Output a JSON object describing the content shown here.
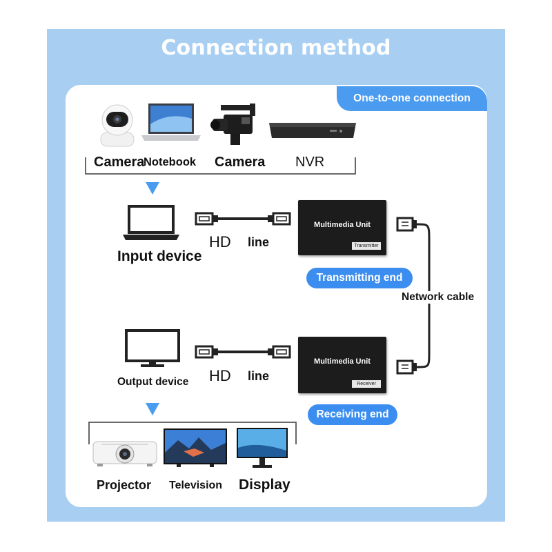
{
  "title": "Connection method",
  "badge": "One-to-one connection",
  "sources": [
    {
      "label": "Camera",
      "icon": "dome-camera-icon"
    },
    {
      "label": "Notebook",
      "icon": "laptop-icon"
    },
    {
      "label": "Camera",
      "icon": "video-camera-icon"
    },
    {
      "label": "NVR",
      "icon": "nvr-recorder-icon"
    }
  ],
  "input_device": "Input device",
  "output_device": "Output device",
  "cable_top": {
    "hd": "HD",
    "line": "line"
  },
  "cable_bottom": {
    "hd": "HD",
    "line": "line"
  },
  "transmitter": {
    "name": "Multimedia Unit",
    "tag": "Transmitter",
    "pill": "Transmitting end"
  },
  "receiver": {
    "name": "Multimedia Unit",
    "tag": "Receiver",
    "pill": "Receiving end"
  },
  "network_cable": "Network cable",
  "outputs": [
    {
      "label": "Projector",
      "icon": "projector-icon"
    },
    {
      "label": "Television",
      "icon": "television-icon"
    },
    {
      "label": "Display",
      "icon": "display-monitor-icon"
    }
  ],
  "colors": {
    "frame": "#a8cff2",
    "accent": "#3b8eef",
    "unit": "#1c1c1c"
  }
}
